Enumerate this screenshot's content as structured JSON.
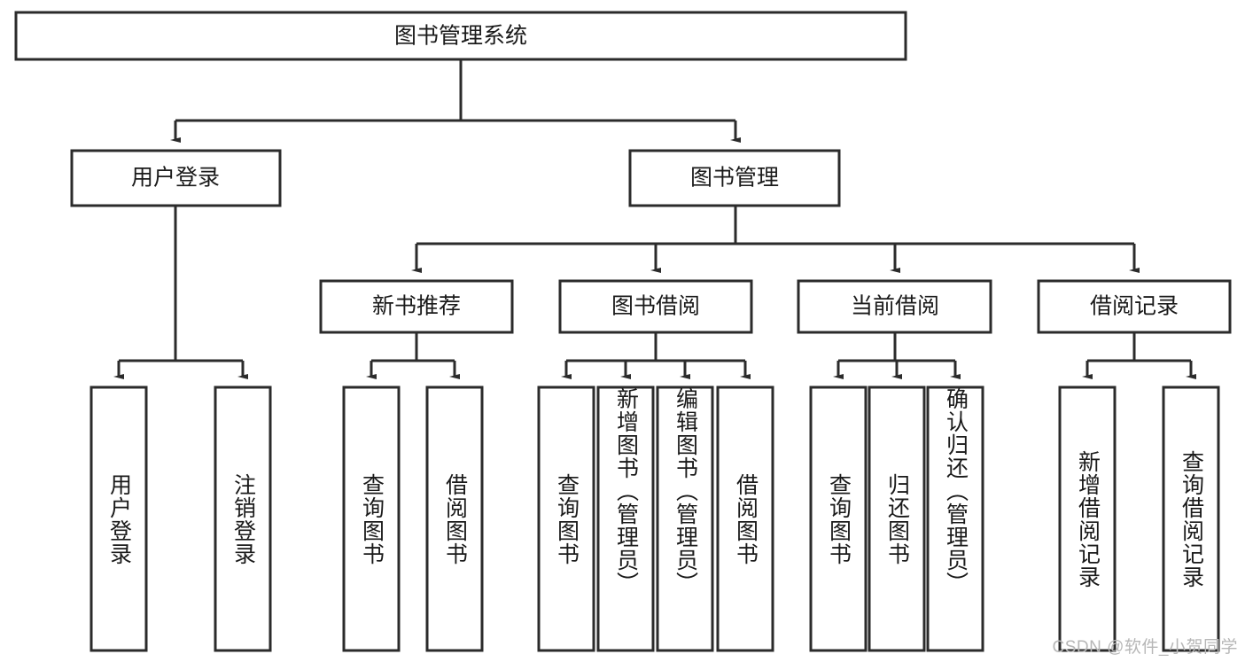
{
  "diagram": {
    "title": "图书管理系统",
    "type": "tree-hierarchy",
    "orientation": "top-down",
    "root": {
      "id": "root",
      "label": "图书管理系统"
    },
    "level2": [
      {
        "id": "user-login",
        "label": "用户登录"
      },
      {
        "id": "book-manage",
        "label": "图书管理"
      }
    ],
    "level3": [
      {
        "id": "new-book-recommend",
        "label": "新书推荐",
        "parent": "book-manage"
      },
      {
        "id": "book-borrow",
        "label": "图书借阅",
        "parent": "book-manage"
      },
      {
        "id": "current-borrow",
        "label": "当前借阅",
        "parent": "book-manage"
      },
      {
        "id": "borrow-record",
        "label": "借阅记录",
        "parent": "book-manage"
      }
    ],
    "leaves": [
      {
        "id": "leaf-user-login",
        "label": "用户登录",
        "parent": "user-login"
      },
      {
        "id": "leaf-logout-login",
        "label": "注销登录",
        "parent": "user-login"
      },
      {
        "id": "leaf-query-book-1",
        "label": "查询图书",
        "parent": "new-book-recommend"
      },
      {
        "id": "leaf-borrow-book-1",
        "label": "借阅图书",
        "parent": "new-book-recommend"
      },
      {
        "id": "leaf-query-book-2",
        "label": "查询图书",
        "parent": "book-borrow"
      },
      {
        "id": "leaf-add-book",
        "label": "新增图书（管理员）",
        "parent": "book-borrow"
      },
      {
        "id": "leaf-edit-book",
        "label": "编辑图书（管理员）",
        "parent": "book-borrow"
      },
      {
        "id": "leaf-borrow-book-2",
        "label": "借阅图书",
        "parent": "book-borrow"
      },
      {
        "id": "leaf-query-book-3",
        "label": "查询图书",
        "parent": "current-borrow"
      },
      {
        "id": "leaf-return-book",
        "label": "归还图书",
        "parent": "current-borrow"
      },
      {
        "id": "leaf-confirm-return",
        "label": "确认归还（管理员）",
        "parent": "current-borrow"
      },
      {
        "id": "leaf-add-record",
        "label": "新增借阅记录",
        "parent": "borrow-record"
      },
      {
        "id": "leaf-query-record",
        "label": "查询借阅记录",
        "parent": "borrow-record"
      }
    ],
    "colors": {
      "stroke": "#2b2b2b",
      "fill": "#ffffff",
      "text": "#1a1a1a",
      "watermark": "#b7b7b7"
    }
  },
  "watermark": {
    "text": "CSDN @软件_小贺同学"
  }
}
